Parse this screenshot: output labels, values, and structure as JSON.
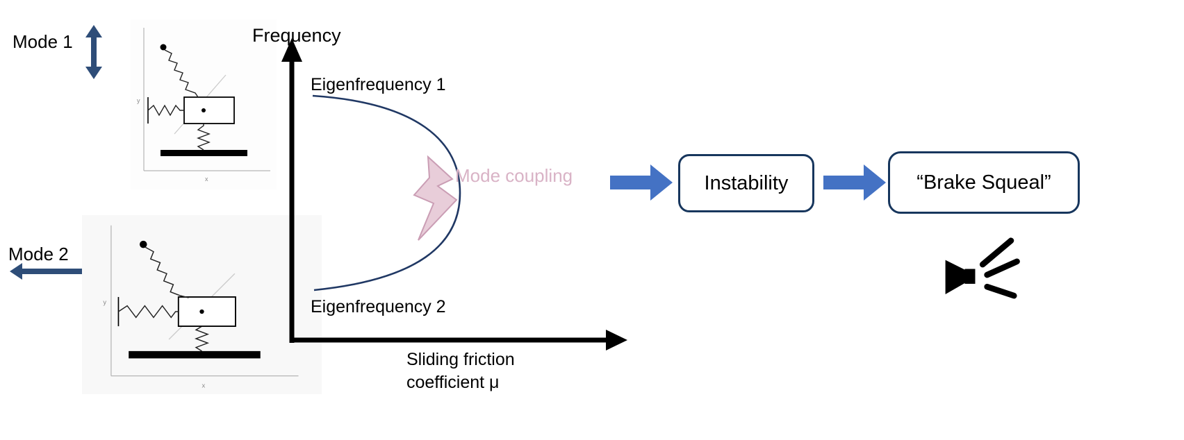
{
  "diagram": {
    "mode1_label": "Mode 1",
    "mode2_label": "Mode 2",
    "frequency_axis_label": "Frequency",
    "eigenfrequency1_label": "Eigenfrequency 1",
    "eigenfrequency2_label": "Eigenfrequency 2",
    "mode_coupling_label": "Mode coupling",
    "x_axis_label_line1": "Sliding friction",
    "x_axis_label_line2": "coefficient μ",
    "instability_label": "Instability",
    "brake_squeal_label": "“Brake Squeal”"
  },
  "model_inset": {
    "x_axis_label": "x",
    "y_axis_label": "y"
  },
  "colors": {
    "curve_navy": "#203864",
    "flow_arrow_blue": "#4472c4",
    "mode_arrow_navy": "#2e4d78",
    "coupling_pink": "#d9b3c6",
    "box_border_navy": "#17365d",
    "axis_black": "#000000"
  },
  "chart_data": {
    "type": "line",
    "title": "",
    "xlabel": "Sliding friction coefficient μ",
    "ylabel": "Frequency",
    "axis_ranges": "unlabeled (schematic, no numeric ticks)",
    "series": [
      {
        "name": "Eigenfrequency 1",
        "trend": "starts high at low μ and bends downward as μ increases until merging with Eigenfrequency 2"
      },
      {
        "name": "Eigenfrequency 2",
        "trend": "starts low at low μ and bends upward as μ increases until merging with Eigenfrequency 1"
      }
    ],
    "annotations": [
      "Mode coupling (lightning bolt at curve merge point)"
    ],
    "legend": "labels placed at curve start points"
  }
}
